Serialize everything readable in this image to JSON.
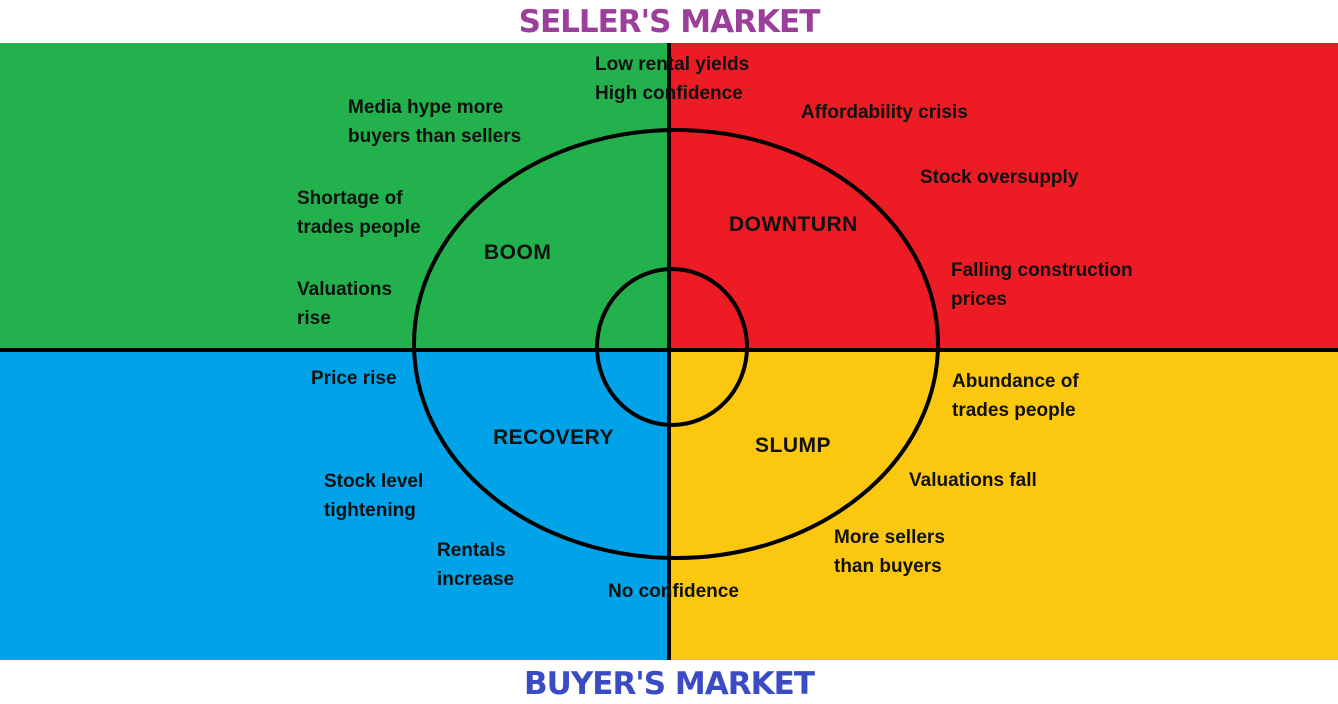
{
  "colors": {
    "seller_title": "#9b3f9b",
    "buyer_title": "#3a4bc4",
    "boom": "#22b14c",
    "downturn": "#ed1c24",
    "recovery": "#00a2e8",
    "slump": "#fcc80f",
    "lines": "#000000"
  },
  "titles": {
    "top": "SELLER'S MARKET",
    "bottom": "BUYER'S MARKET"
  },
  "phases": {
    "boom": "BOOM",
    "downturn": "DOWNTURN",
    "recovery": "RECOVERY",
    "slump": "SLUMP"
  },
  "notes": {
    "low_rental_yields": "Low rental yields",
    "high_confidence": "High confidence",
    "media_hype_1": "Media hype more",
    "media_hype_2": "buyers than sellers",
    "shortage_1": "Shortage of",
    "shortage_2": "trades people",
    "valuations_rise_1": "Valuations",
    "valuations_rise_2": "rise",
    "affordability_crisis": "Affordability crisis",
    "stock_oversupply": "Stock oversupply",
    "falling_construction_1": "Falling construction",
    "falling_construction_2": "prices",
    "price_rise": "Price rise",
    "stock_level_1": "Stock level",
    "stock_level_2": "tightening",
    "rentals_increase_1": "Rentals",
    "rentals_increase_2": "increase",
    "no_confidence": "No confidence",
    "abundance_1": "Abundance of",
    "abundance_2": "trades people",
    "valuations_fall": "Valuations fall",
    "more_sellers_1": "More sellers",
    "more_sellers_2": "than buyers"
  }
}
